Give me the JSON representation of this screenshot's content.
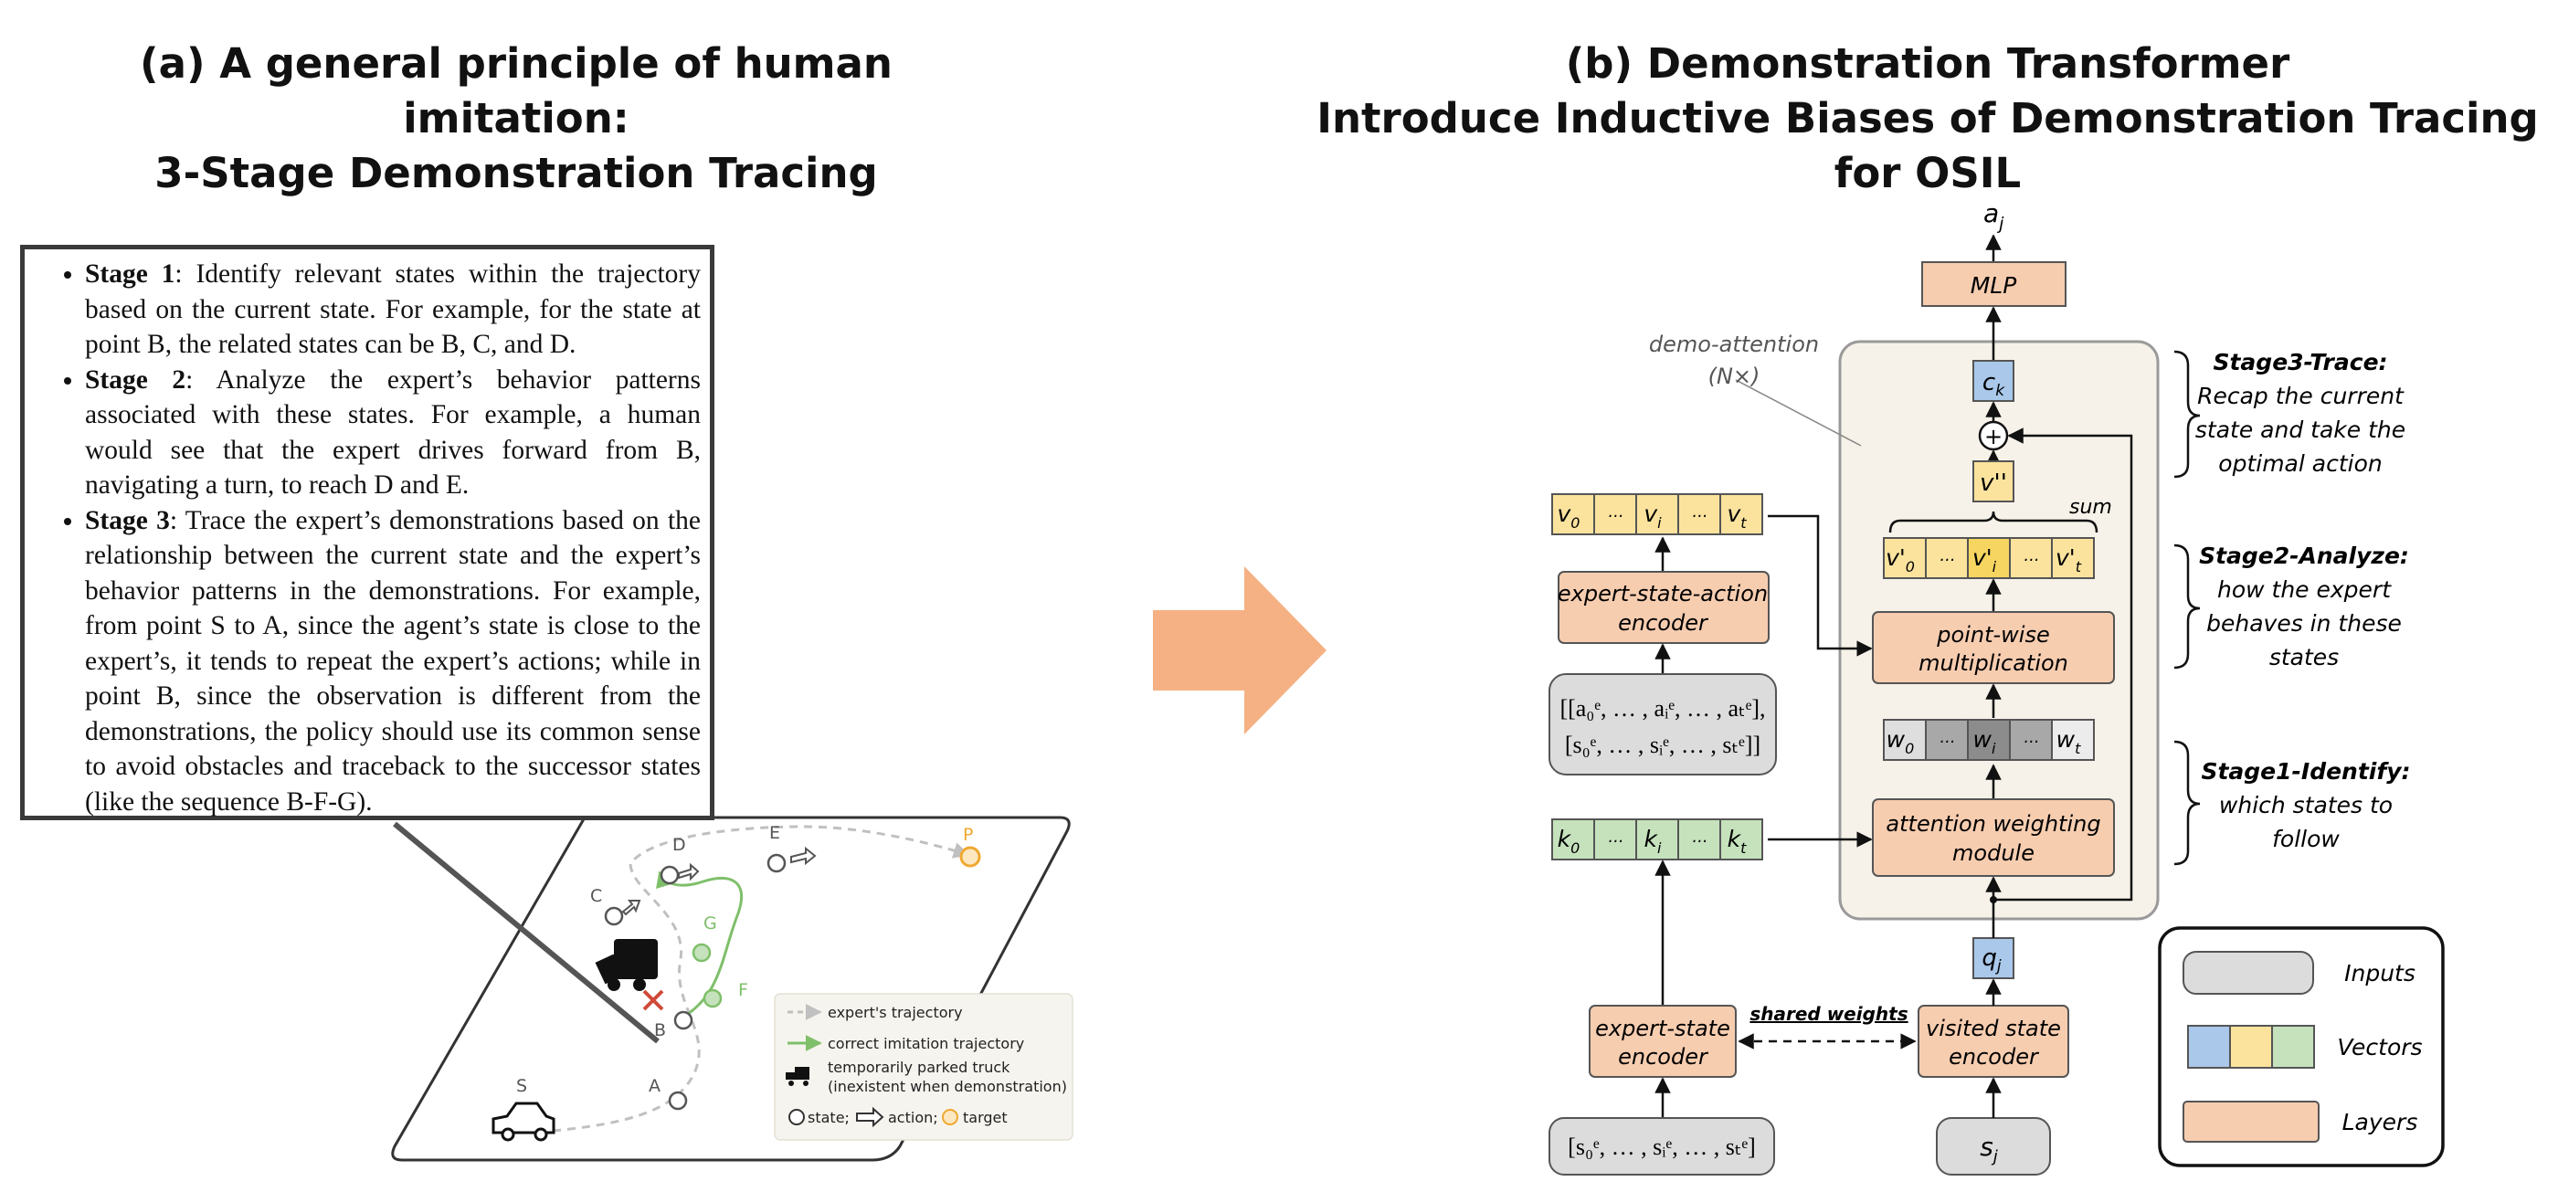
{
  "titles": {
    "panel_a_line1": "(a) A general principle of human imitation:",
    "panel_a_line2": "3-Stage Demonstration Tracing",
    "panel_b_line1": "(b) Demonstration Transformer",
    "panel_b_line2": "Introduce Inductive Biases of Demonstration Tracing for OSIL"
  },
  "stages": [
    {
      "name": "Stage 1",
      "text": ": Identify relevant states within the trajectory based on the current state. For example, for the state at point B, the related states can be B, C, and D."
    },
    {
      "name": "Stage 2",
      "text": ": Analyze the expert’s behavior patterns associated with these states. For example, a human would see that the expert drives forward from B, navigating a turn, to reach D and E."
    },
    {
      "name": "Stage 3",
      "text": ": Trace the expert’s demonstrations based on the relationship between the current state and the expert’s behavior patterns in the demonstrations. For example, from point S to A, since the agent’s state is close to the expert’s, it tends to repeat the expert’s actions; while in point B, since the observation is different from the demonstrations, the policy should use its common sense to avoid obstacles and traceback to the successor states (like the sequence B-F-G)."
    }
  ],
  "map": {
    "points": {
      "S": "S",
      "A": "A",
      "B": "B",
      "C": "C",
      "D": "D",
      "E": "E",
      "F": "F",
      "G": "G",
      "P": "P"
    },
    "legend": {
      "expert": "expert's trajectory",
      "imitation": "correct imitation trajectory",
      "truck_line1": "temporarily parked truck",
      "truck_line2": "(inexistent when demonstration)",
      "state": "state;",
      "action": "action;",
      "target": "target"
    }
  },
  "architecture": {
    "output": "a",
    "output_sub": "j",
    "mlp": "MLP",
    "ck": "c",
    "ck_sub": "k",
    "sum_symbol": "+",
    "v_double": "v''",
    "sum": "sum",
    "demo_attention_line1": "demo-attention",
    "demo_attention_line2": "(N×)",
    "v_cells": [
      "v",
      "···",
      "v",
      "···",
      "v"
    ],
    "v_subs": [
      "0",
      "",
      "i",
      "",
      "t"
    ],
    "vp_cells": [
      "v'",
      "···",
      "v'",
      "···",
      "v'"
    ],
    "vp_subs": [
      "0",
      "",
      "i",
      "",
      "t"
    ],
    "w_cells": [
      "w",
      "···",
      "w",
      "···",
      "w"
    ],
    "w_subs": [
      "0",
      "",
      "i",
      "",
      "t"
    ],
    "k_cells": [
      "k",
      "···",
      "k",
      "···",
      "k"
    ],
    "k_subs": [
      "0",
      "",
      "i",
      "",
      "t"
    ],
    "expert_sa_encoder_line1": "expert-state-action",
    "expert_sa_encoder_line2": "encoder",
    "pointwise_line1": "point-wise",
    "pointwise_line2": "multiplication",
    "attention_line1": "attention weighting",
    "attention_line2": "module",
    "demo_input_line1": "[[a₀ᵉ, … , aᵢᵉ, … , aₜᵉ],",
    "demo_input_line2": "[s₀ᵉ, … , sᵢᵉ, … , sₜᵉ]]",
    "qj": "q",
    "qj_sub": "j",
    "expert_state_encoder_line1": "expert-state",
    "expert_state_encoder_line2": "encoder",
    "visited_encoder_line1": "visited state",
    "visited_encoder_line2": "encoder",
    "shared_weights": "shared weights",
    "state_input": "[s₀ᵉ, … , sᵢᵉ, … , sₜᵉ]",
    "sj": "s",
    "sj_sub": "j"
  },
  "stages_right": [
    {
      "title": "Stage3-Trace",
      "lines": [
        "Recap the current",
        "state and take the",
        "optimal action"
      ]
    },
    {
      "title": "Stage2-Analyze",
      "lines": [
        "how the expert",
        "behaves in these",
        "states"
      ]
    },
    {
      "title": "Stage1-Identify",
      "lines": [
        "which states to",
        "follow"
      ]
    }
  ],
  "legend_right": {
    "inputs": "Inputs",
    "vectors": "Vectors",
    "layers": "Layers"
  },
  "colors": {
    "layer": "#f7cdb0",
    "input": "#dcdcdc",
    "vector_blue": "#a9c8ea",
    "vector_yellow": "#fbe39e",
    "vector_green": "#c5e2bd",
    "arrow": "#f5b183",
    "imitation": "#7fbf6a",
    "target": "#f0a830",
    "cross": "#d04a3a"
  }
}
